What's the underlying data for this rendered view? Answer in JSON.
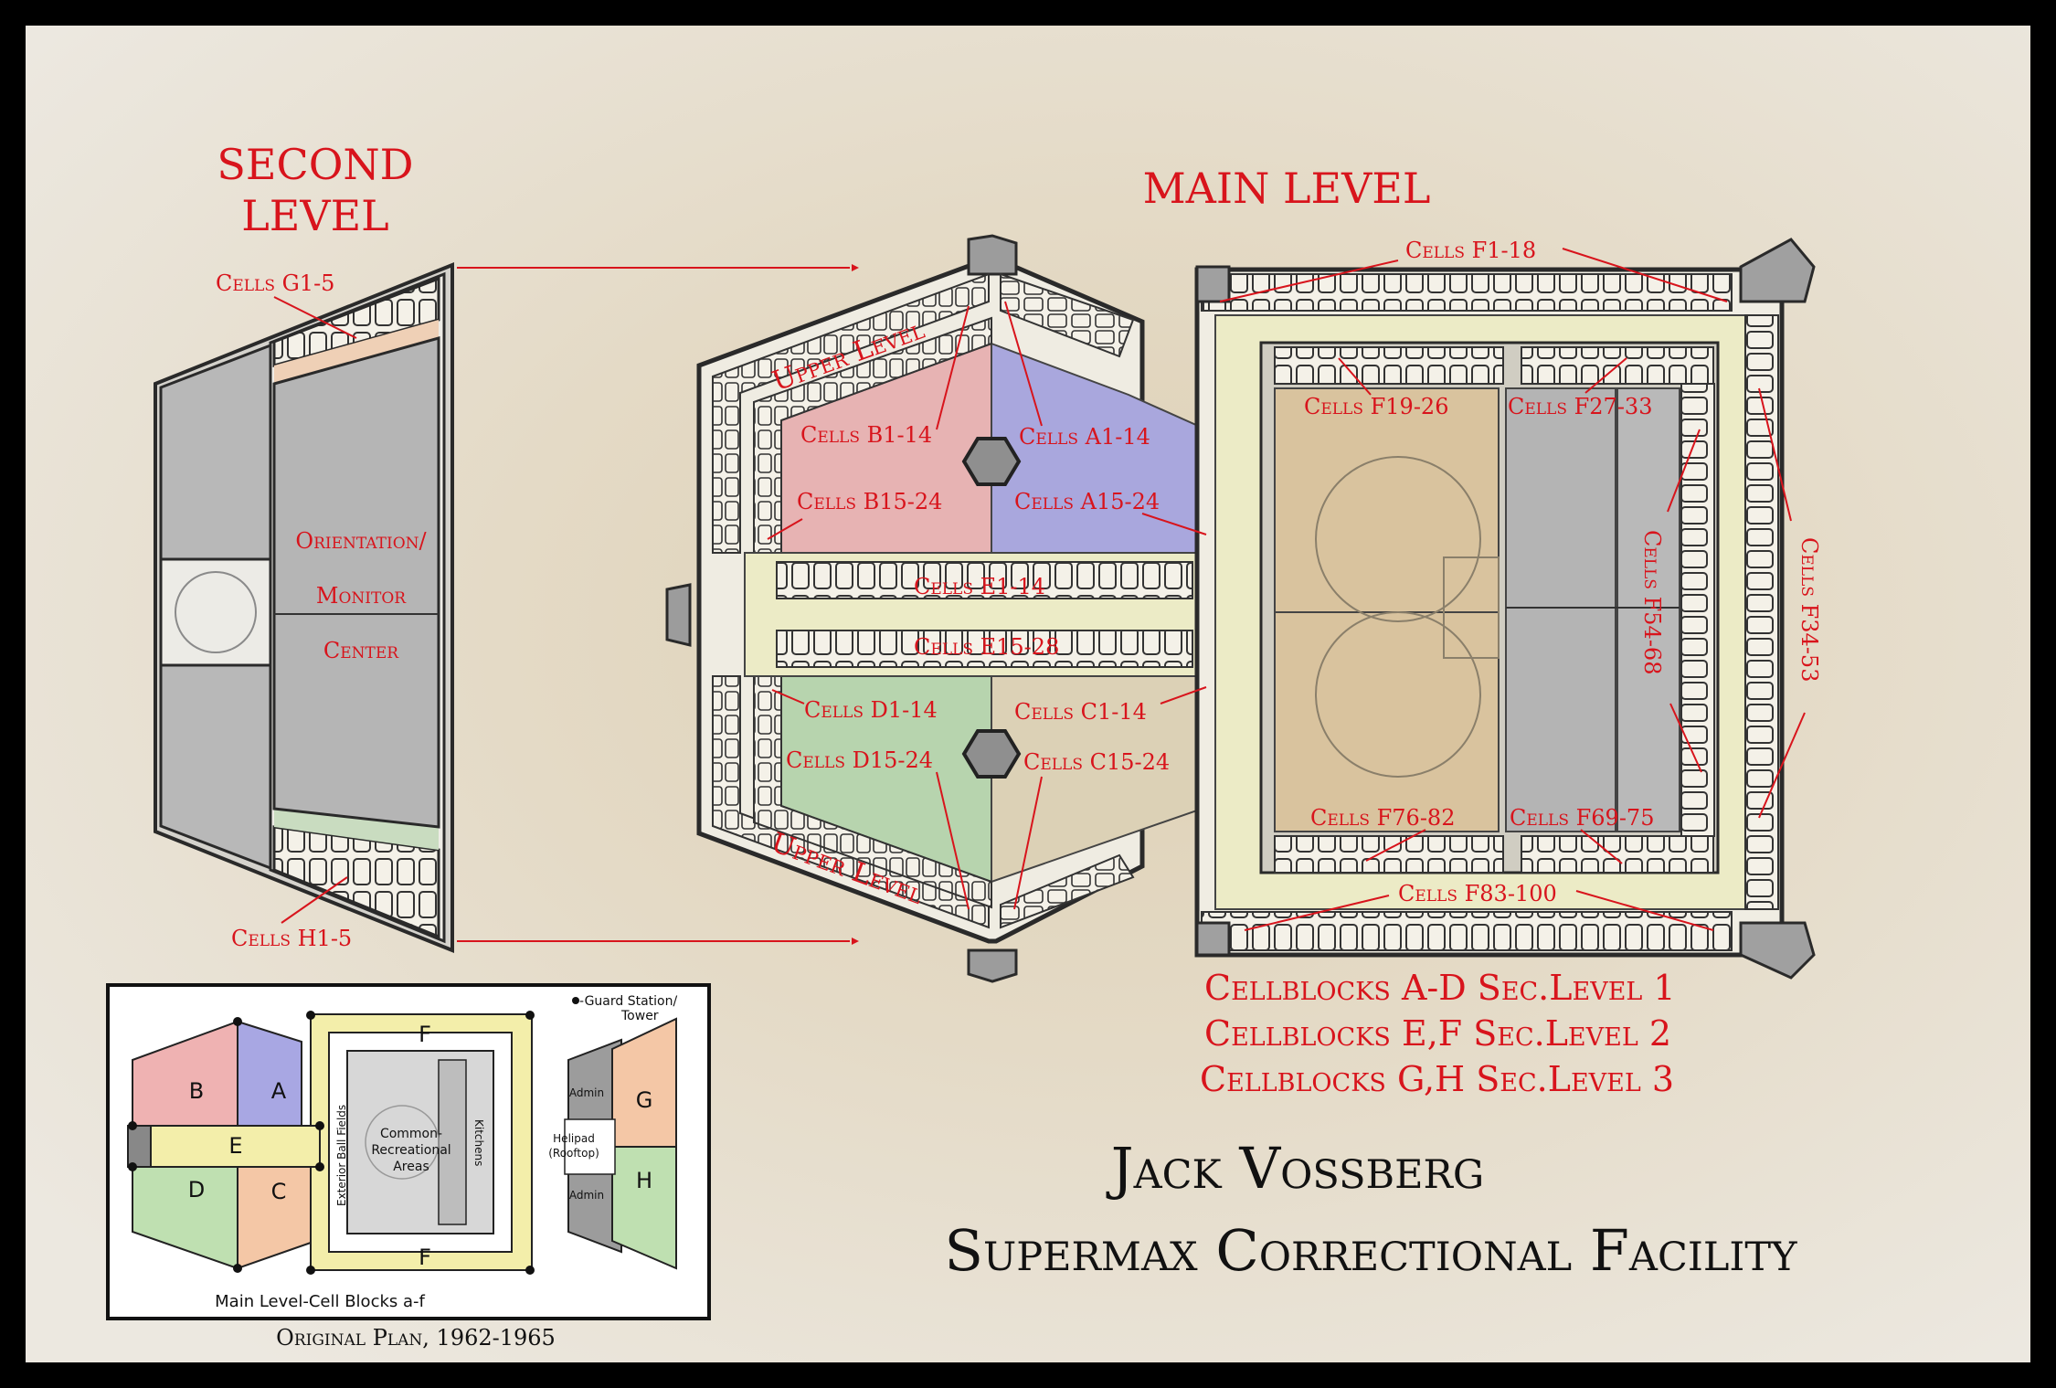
{
  "colors": {
    "label_red": "#d8141c",
    "block_a": "#a9a7dd",
    "block_b": "#e7b3b3",
    "block_c": "#f3c8a8",
    "block_d": "#b7d4ae",
    "corridor": "#ecebc6",
    "grey_area": "#b9b9b9",
    "court": "#d9c39e",
    "paper": "#ece7dc"
  },
  "second_level": {
    "title_line1": "SECOND",
    "title_line2": "LEVEL",
    "cells_top": "Cells G1-5",
    "cells_bottom": "Cells H1-5",
    "center_line1": "Orientation/",
    "center_line2": "Monitor",
    "center_line3": "Center"
  },
  "main_level": {
    "title": "MAIN LEVEL",
    "upper_level_top": "Upper Level",
    "upper_level_bottom": "Upper Level",
    "cells": {
      "f1_18": "Cells F1-18",
      "f19_26": "Cells F19-26",
      "f27_33": "Cells F27-33",
      "f34_53": "Cells F34-53",
      "f54_68": "Cells F54-68",
      "f69_75": "Cells F69-75",
      "f76_82": "Cells F76-82",
      "f83_100": "Cells F83-100",
      "b1_14": "Cells B1-14",
      "a1_14": "Cells A1-14",
      "b15_24": "Cells B15-24",
      "a15_24": "Cells A15-24",
      "e1_14": "Cells E1-14",
      "e15_28": "Cells E15-28",
      "d1_14": "Cells D1-14",
      "c1_14": "Cells C1-14",
      "d15_24": "Cells D15-24",
      "c15_24": "Cells C15-24"
    }
  },
  "security_levels": [
    "Cellblocks A-D Sec.Level  1",
    "Cellblocks E,F Sec.Level  2",
    "Cellblocks G,H Sec.Level  3"
  ],
  "title": {
    "line1": "Jack Vossberg",
    "line2": "Supermax Correctional Facility"
  },
  "inset": {
    "caption": "Main Level-Cell Blocks a-f",
    "below_caption": "Original Plan, 1962-1965",
    "guard_legend_line1": "-Guard Station/",
    "guard_legend_line2": "Tower",
    "labels": {
      "a": "A",
      "b": "B",
      "c": "C",
      "d": "D",
      "e": "E",
      "f_top": "F",
      "f_bottom": "F",
      "g": "G",
      "h": "H",
      "ball_fields": "Exterior Ball Fields",
      "common_line1": "Common-",
      "common_line2": "Recreational",
      "common_line3": "Areas",
      "kitchens": "Kitchens",
      "admin_top": "Admin",
      "admin_bottom": "Admin",
      "helipad_line1": "Helipad",
      "helipad_line2": "(Rooftop)"
    }
  }
}
